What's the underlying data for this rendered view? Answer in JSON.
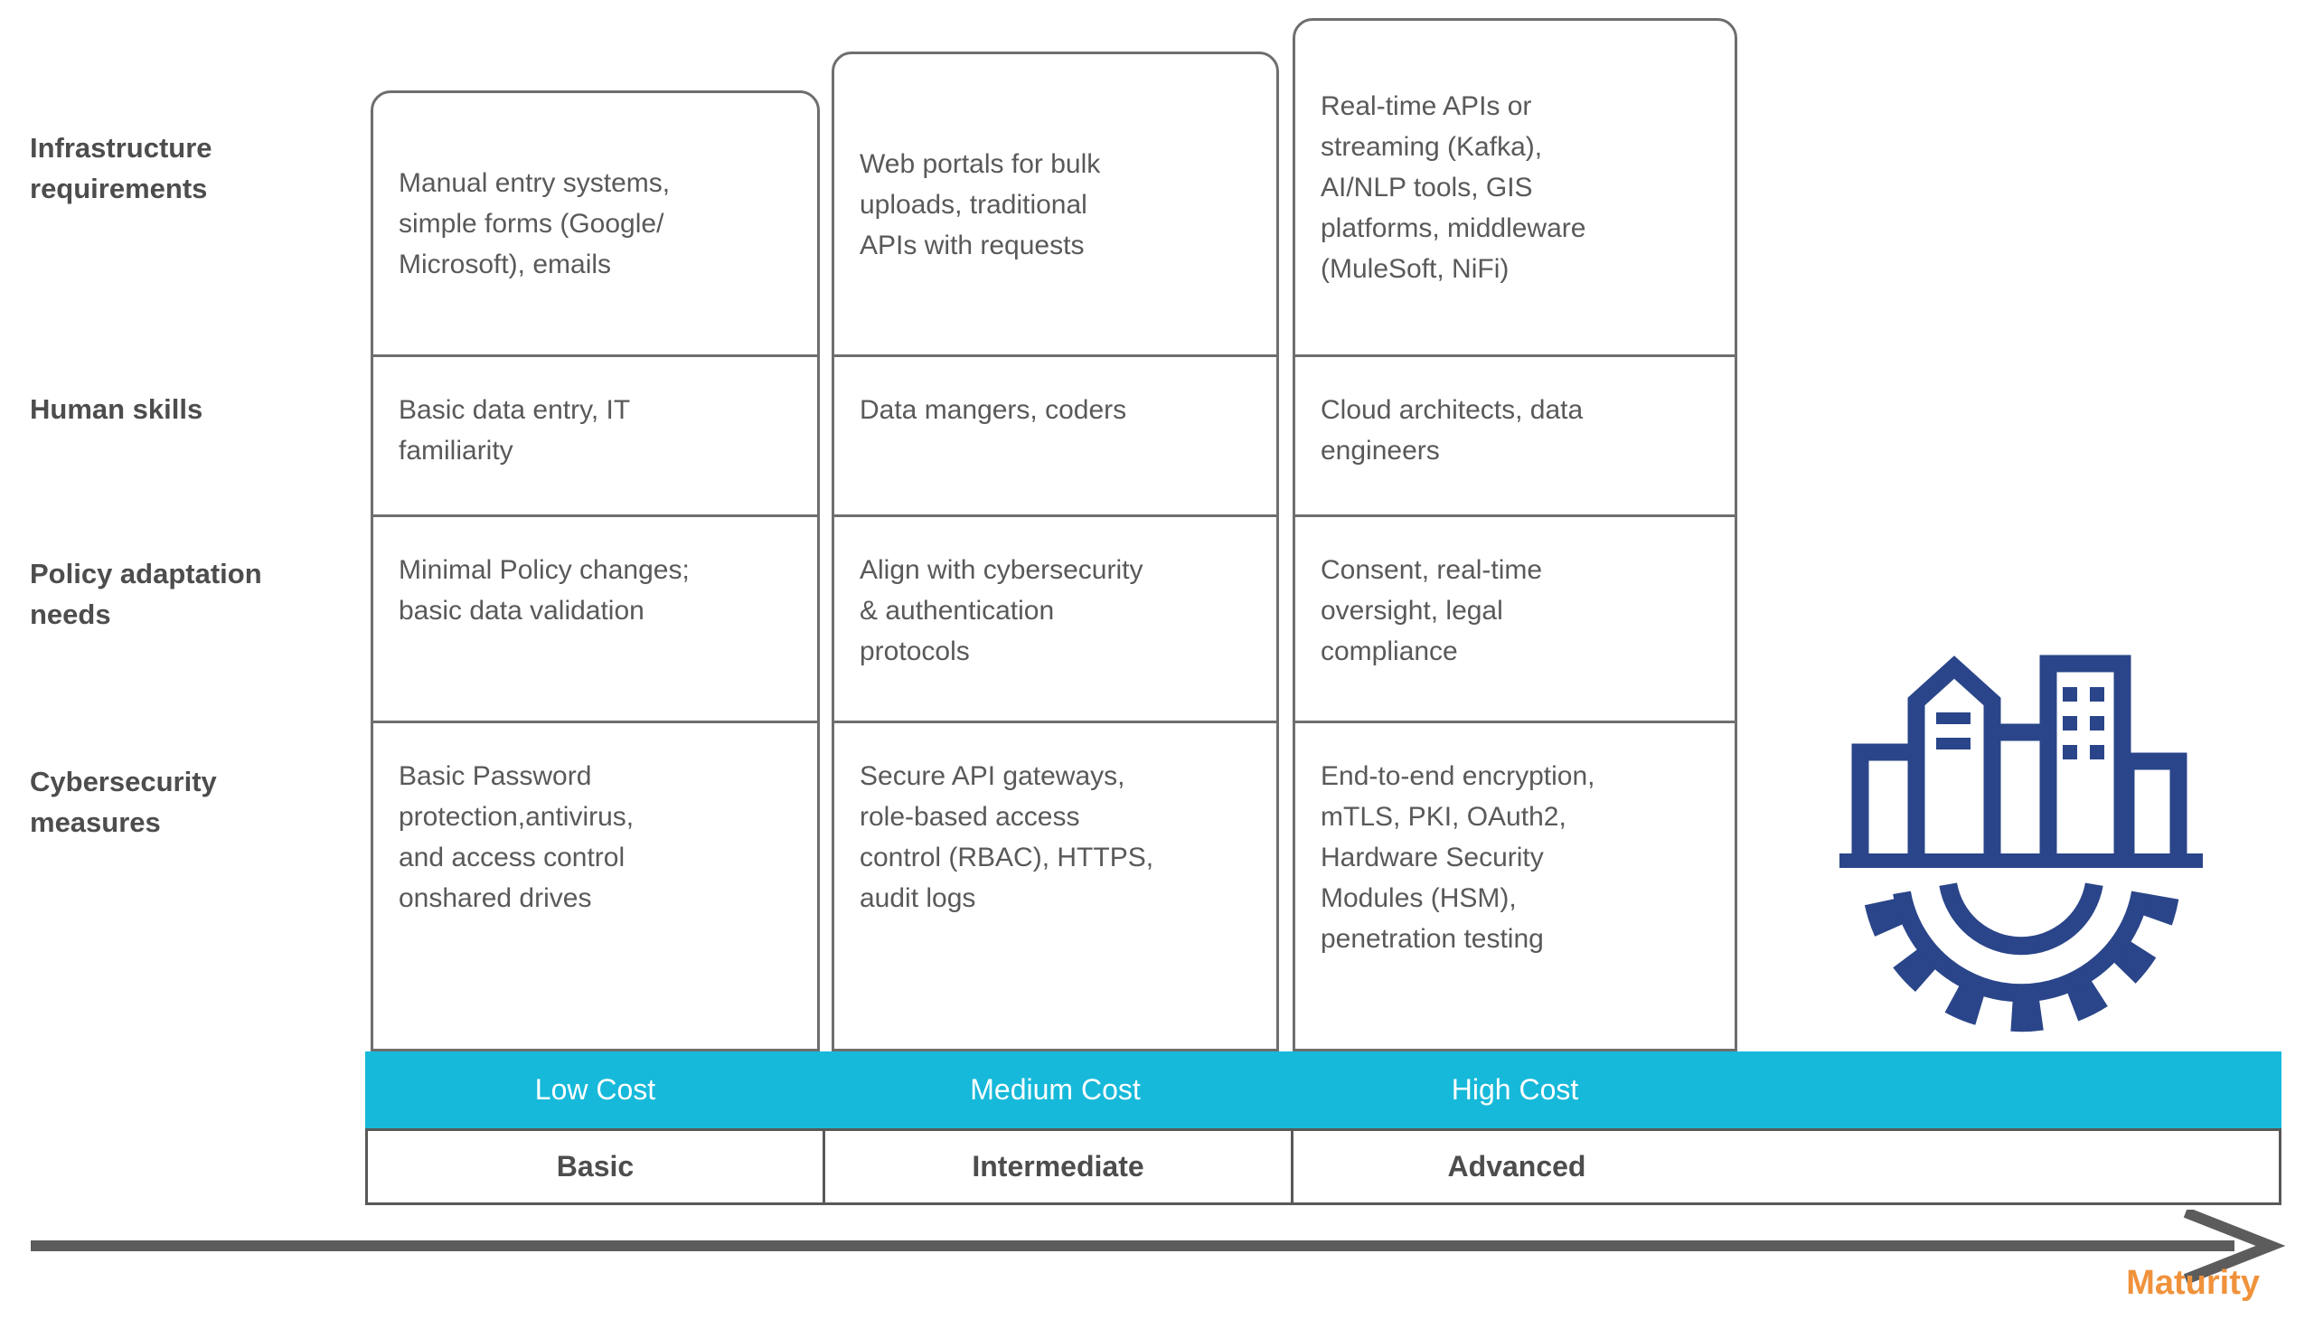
{
  "matrix": {
    "rows": [
      {
        "label": "Infrastructure\nrequirements",
        "cells": [
          "Manual entry systems,\nsimple forms (Google/\nMicrosoft), emails",
          "Web portals for bulk\nuploads, traditional\nAPIs with requests",
          "Real-time APIs or\nstreaming (Kafka),\nAI/NLP tools, GIS\nplatforms, middleware\n(MuleSoft, NiFi)"
        ]
      },
      {
        "label": "Human skills",
        "cells": [
          "Basic data entry, IT\nfamiliarity",
          "Data mangers, coders",
          "Cloud architects, data\nengineers"
        ]
      },
      {
        "label": "Policy adaptation\nneeds",
        "cells": [
          "Minimal Policy changes;\nbasic data validation",
          "Align with cybersecurity\n& authentication\nprotocols",
          "Consent, real-time\noversight, legal\ncompliance"
        ]
      },
      {
        "label": "Cybersecurity\nmeasures",
        "cells": [
          "Basic Password\nprotection,antivirus,\nand access control\nonshared drives",
          "Secure API gateways,\nrole-based access\ncontrol (RBAC), HTTPS,\naudit logs",
          "End-to-end encryption,\nmTLS, PKI, OAuth2,\nHardware Security\nModules (HSM),\npenetration testing"
        ]
      }
    ],
    "columns": [
      {
        "cost": "Low Cost",
        "level": "Basic"
      },
      {
        "cost": "Medium Cost",
        "level": "Intermediate"
      },
      {
        "cost": "High Cost",
        "level": "Advanced"
      }
    ]
  },
  "axis": {
    "label": "Maturity"
  },
  "icon": {
    "name": "city-gear-icon"
  },
  "colors": {
    "cost_bar_cyan": "#17b9da",
    "icon_navy": "#2a4589",
    "maturity_orange": "#f0923b",
    "text_gray": "#595959",
    "border_gray": "#6e6e6e"
  }
}
